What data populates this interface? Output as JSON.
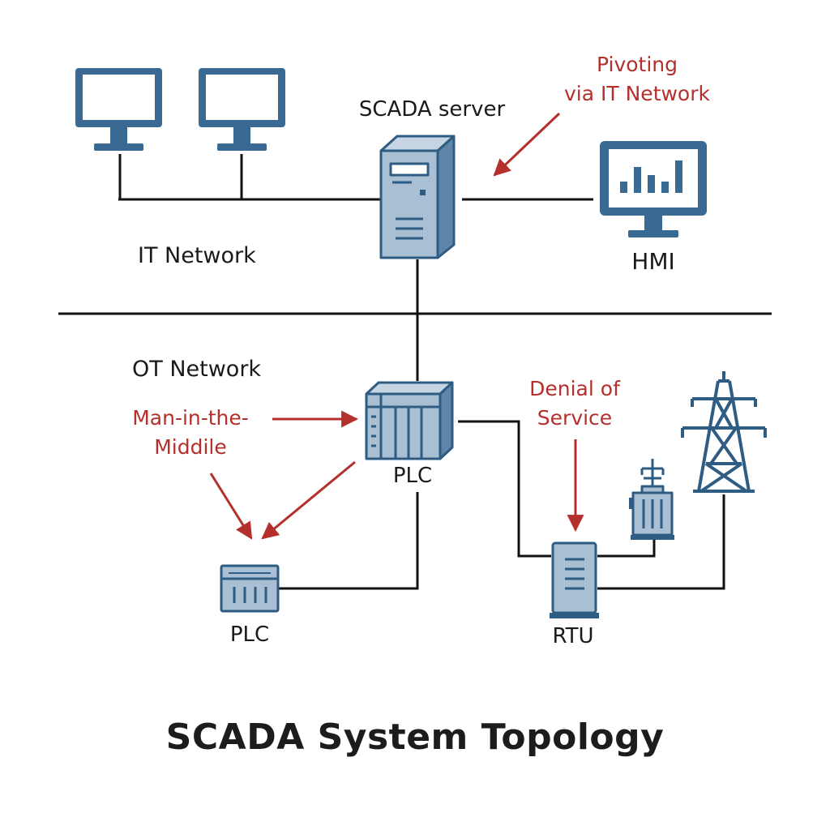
{
  "title": "SCADA System Topology",
  "labels": {
    "scada_server": "SCADA server",
    "hmi": "HMI",
    "it_network": "IT Network",
    "ot_network": "OT Network",
    "plc_main": "PLC",
    "plc_secondary": "PLC",
    "rtu": "RTU"
  },
  "attacks": {
    "pivoting": [
      "Pivoting",
      "via IT Network"
    ],
    "mitm": [
      "Man-in-the-",
      "Middile"
    ],
    "dos": [
      "Denial of",
      "Service"
    ]
  },
  "icons": {
    "workstation": "monitor-icon",
    "server": "server-tower-icon",
    "hmi": "hmi-monitor-icon",
    "plc": "plc-rack-icon",
    "rtu": "rtu-cabinet-icon",
    "transformer": "transformer-icon",
    "tower": "transmission-tower-icon"
  },
  "colors": {
    "device_fill": "#a9bfd3",
    "device_stroke": "#2f5c82",
    "line": "#111111",
    "attack": "#b5302d"
  }
}
